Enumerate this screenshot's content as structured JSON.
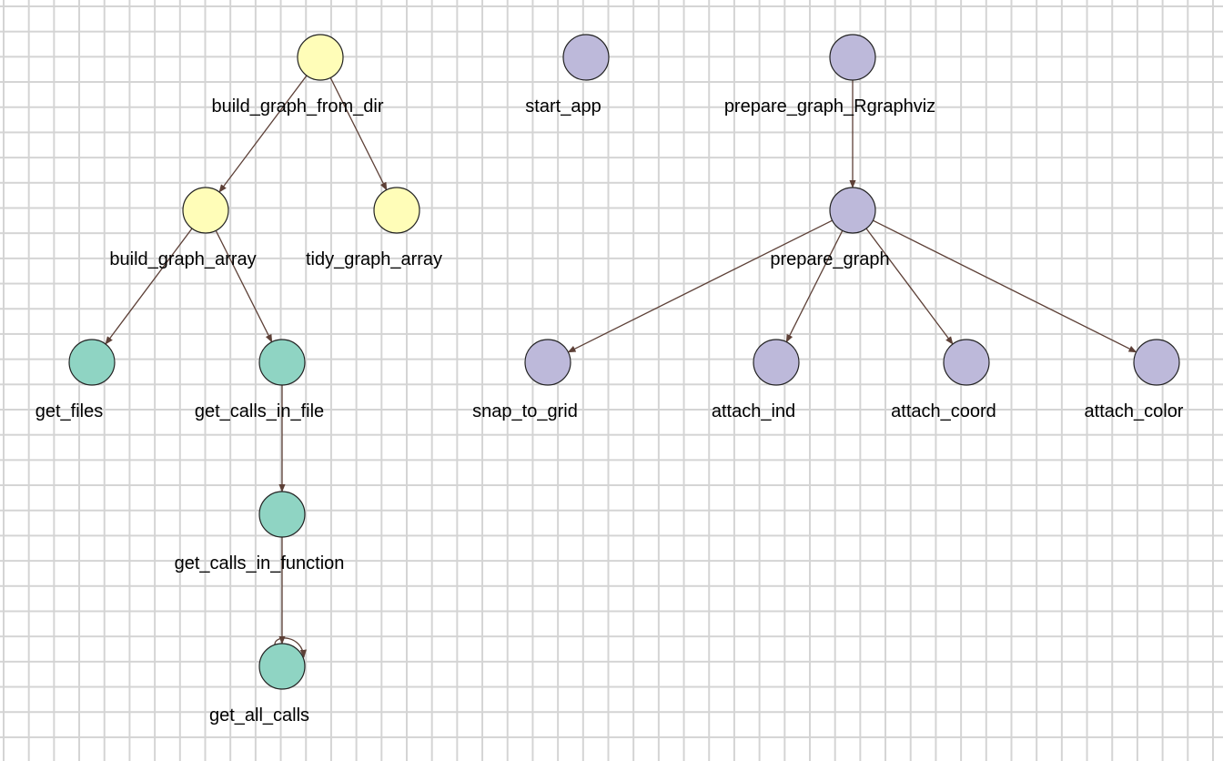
{
  "colors": {
    "group_yellow": "#fffdb8",
    "group_teal": "#8fd4c3",
    "group_purple": "#bdb9da",
    "edge": "#5d4037"
  },
  "nodes": [
    {
      "id": "build_graph_from_dir",
      "label": "build_graph_from_dir",
      "group": "group_yellow"
    },
    {
      "id": "build_graph_array",
      "label": "build_graph_array",
      "group": "group_yellow"
    },
    {
      "id": "tidy_graph_array",
      "label": "tidy_graph_array",
      "group": "group_yellow"
    },
    {
      "id": "get_files",
      "label": "get_files",
      "group": "group_teal"
    },
    {
      "id": "get_calls_in_file",
      "label": "get_calls_in_file",
      "group": "group_teal"
    },
    {
      "id": "get_calls_in_function",
      "label": "get_calls_in_function",
      "group": "group_teal"
    },
    {
      "id": "get_all_calls",
      "label": "get_all_calls",
      "group": "group_teal"
    },
    {
      "id": "start_app",
      "label": "start_app",
      "group": "group_purple"
    },
    {
      "id": "prepare_graph_Rgraphviz",
      "label": "prepare_graph_Rgraphviz",
      "group": "group_purple"
    },
    {
      "id": "prepare_graph",
      "label": "prepare_graph",
      "group": "group_purple"
    },
    {
      "id": "snap_to_grid",
      "label": "snap_to_grid",
      "group": "group_purple"
    },
    {
      "id": "attach_ind",
      "label": "attach_ind",
      "group": "group_purple"
    },
    {
      "id": "attach_coord",
      "label": "attach_coord",
      "group": "group_purple"
    },
    {
      "id": "attach_color",
      "label": "attach_color",
      "group": "group_purple"
    }
  ],
  "edges": [
    {
      "from": "build_graph_from_dir",
      "to": "build_graph_array"
    },
    {
      "from": "build_graph_from_dir",
      "to": "tidy_graph_array"
    },
    {
      "from": "build_graph_array",
      "to": "get_files"
    },
    {
      "from": "build_graph_array",
      "to": "get_calls_in_file"
    },
    {
      "from": "get_calls_in_file",
      "to": "get_calls_in_function"
    },
    {
      "from": "get_calls_in_function",
      "to": "get_all_calls"
    },
    {
      "from": "get_all_calls",
      "to": "get_all_calls"
    },
    {
      "from": "prepare_graph_Rgraphviz",
      "to": "prepare_graph"
    },
    {
      "from": "prepare_graph",
      "to": "snap_to_grid"
    },
    {
      "from": "prepare_graph",
      "to": "attach_ind"
    },
    {
      "from": "prepare_graph",
      "to": "attach_coord"
    },
    {
      "from": "prepare_graph",
      "to": "attach_color"
    }
  ]
}
